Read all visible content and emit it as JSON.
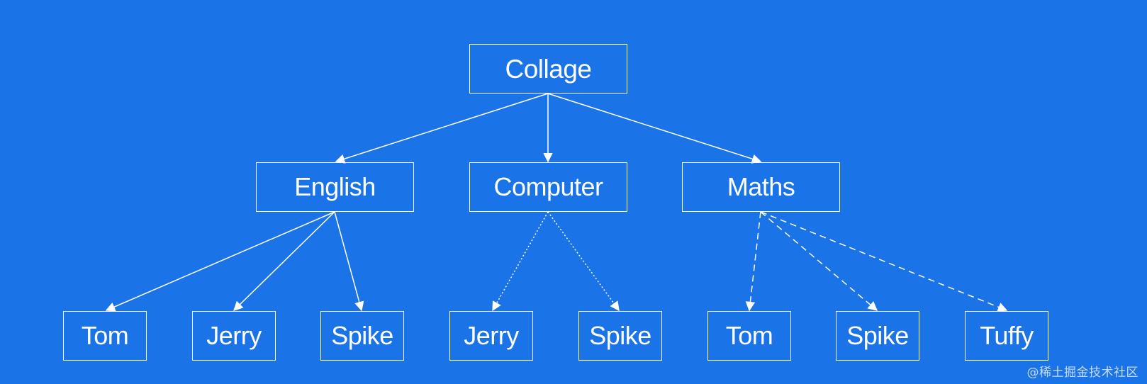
{
  "diagram": {
    "root": {
      "label": "Collage"
    },
    "departments": [
      {
        "label": "English",
        "edge_style": "solid",
        "students": [
          {
            "label": "Tom"
          },
          {
            "label": "Jerry"
          },
          {
            "label": "Spike"
          }
        ]
      },
      {
        "label": "Computer",
        "edge_style": "dotted",
        "students": [
          {
            "label": "Jerry"
          },
          {
            "label": "Spike"
          }
        ]
      },
      {
        "label": "Maths",
        "edge_style": "dashed",
        "students": [
          {
            "label": "Tom"
          },
          {
            "label": "Spike"
          },
          {
            "label": "Tuffy"
          }
        ]
      }
    ]
  },
  "watermark": {
    "text": "@稀土掘金技术社区"
  },
  "colors": {
    "background": "#1b73e8",
    "stroke": "#ffffff"
  }
}
